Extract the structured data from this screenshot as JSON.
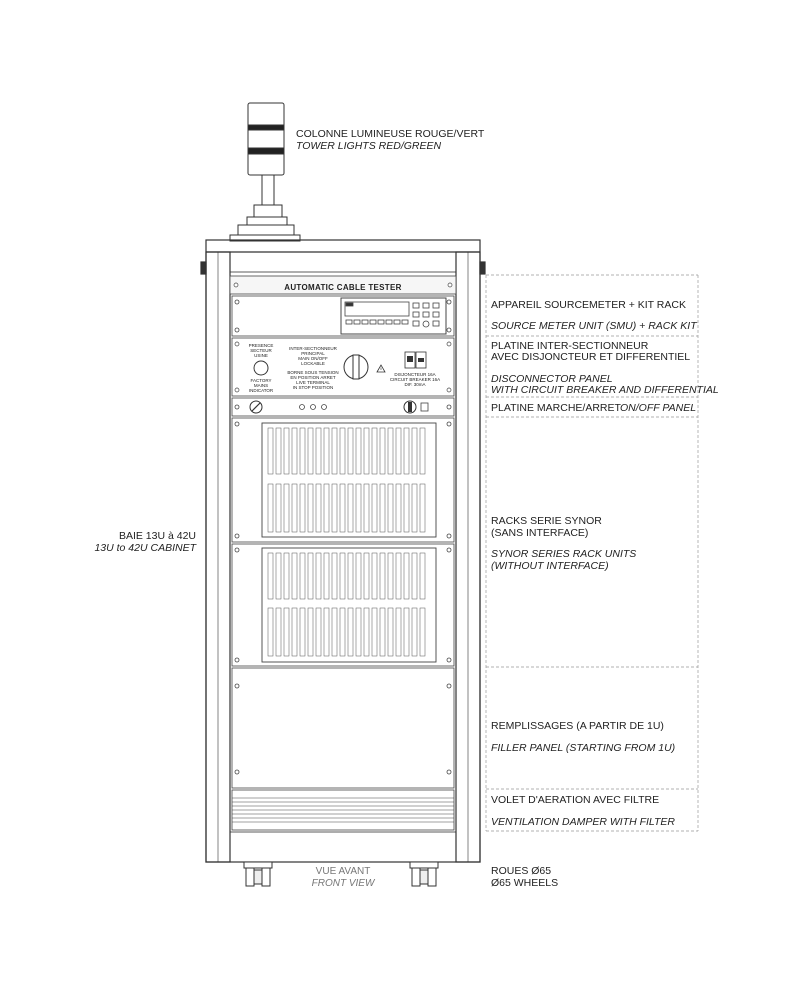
{
  "tower_light": {
    "label_fr": "COLONNE LUMINEUSE ROUGE/VERT",
    "label_en": "TOWER LIGHTS RED/GREEN"
  },
  "cabinet": {
    "label_fr": "BAIE 13U à 42U",
    "label_en": "13U to 42U CABINET"
  },
  "header_title": "AUTOMATIC CABLE TESTER",
  "smu": {
    "label_fr": "APPAREIL SOURCEMETER + KIT RACK",
    "label_en": "SOURCE METER UNIT (SMU) + RACK KIT"
  },
  "disconnector": {
    "label_fr_1": "PLATINE INTER-SECTIONNEUR",
    "label_fr_2": "AVEC DISJONCTEUR ET DIFFERENTIEL",
    "label_en_1": "DISCONNECTOR PANEL",
    "label_en_2": "WITH CIRCUIT BREAKER AND DIFFERENTIAL",
    "panel_text": {
      "left_1": "PRESENCE",
      "left_2": "SECTEUR",
      "left_3": "USINE",
      "left_4": "FACTORY",
      "left_5": "MAINS",
      "left_6": "INDICATOR",
      "mid_1": "INTER-SECTIONNEUR",
      "mid_2": "PRINCIPAL",
      "mid_3": "MAIN ON/OFF",
      "mid_4": "LOCKABLE",
      "mid_5": "BORNE SOUS TENSION",
      "mid_6": "EN POSITION ARRET",
      "mid_7": "LIVE TERMINAL",
      "mid_8": "IN STOP POSITION",
      "right_1": "DISJONCTEUR 16A",
      "right_2": "CIRCUIT BREAKER 16A",
      "right_3": "DIF. 30mA"
    }
  },
  "onoff": {
    "label_fr": "PLATINE MARCHE/ARRET",
    "label_en": "ON/OFF PANEL"
  },
  "racks": {
    "label_fr_1": "RACKS SERIE SYNOR",
    "label_fr_2": "(SANS INTERFACE)",
    "label_en_1": "SYNOR SERIES RACK UNITS",
    "label_en_2": "(WITHOUT INTERFACE)"
  },
  "filler": {
    "label_fr": "REMPLISSAGES (A PARTIR DE 1U)",
    "label_en": "FILLER PANEL (STARTING FROM 1U)"
  },
  "ventilation": {
    "label_fr": "VOLET D'AERATION AVEC FILTRE",
    "label_en": "VENTILATION DAMPER WITH FILTER"
  },
  "wheels": {
    "label_fr": "ROUES Ø65",
    "label_en": "Ø65 WHEELS"
  },
  "view": {
    "label_fr": "VUE AVANT",
    "label_en": "FRONT VIEW"
  }
}
